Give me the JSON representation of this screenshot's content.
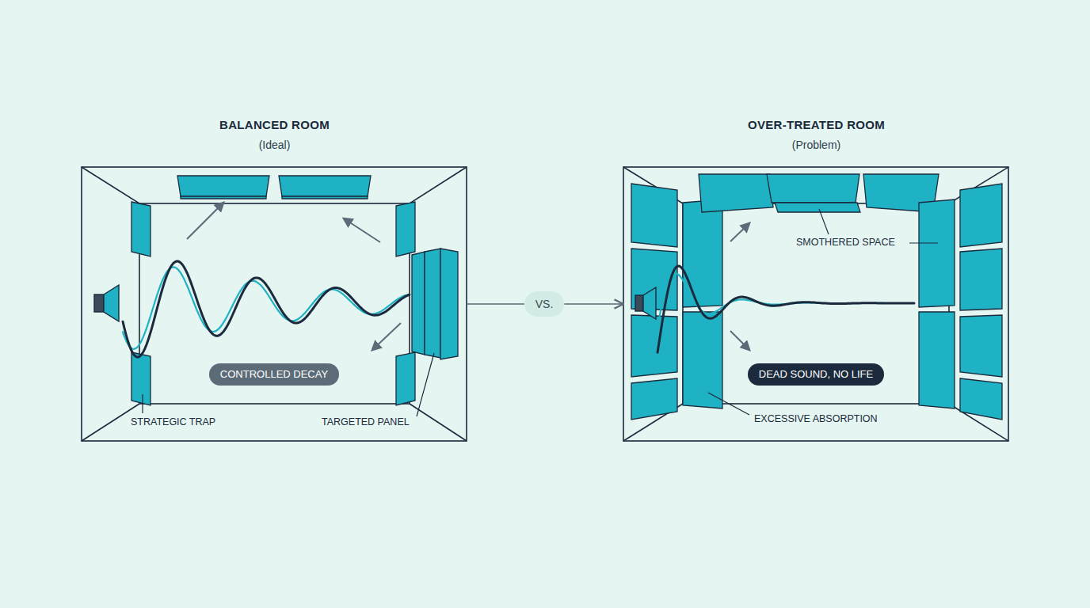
{
  "diagram": {
    "nodes": [
      {
        "text": [
          "BALANCED ROOM",
          "(Ideal)"
        ]
      },
      {
        "text": [
          "CONTROLLED DECAY"
        ],
        "in": 0
      },
      {
        "text": [
          "VS."
        ]
      },
      {
        "text": [
          "OVER-TREATED ROOM",
          "(Problem)"
        ]
      },
      {
        "text": [
          "DEAD SOUND, NO LIFE"
        ],
        "in": 3
      }
    ],
    "edges": [
      {
        "from": 0,
        "to": 2,
        "arrow": "none"
      },
      {
        "from": 2,
        "to": 3,
        "arrow": "to"
      }
    ],
    "labels": [
      "STRATEGIC TRAP",
      "TARGETED PANEL",
      "SMOTHERED SPACE",
      "EXCESSIVE ABSORPTION"
    ]
  }
}
